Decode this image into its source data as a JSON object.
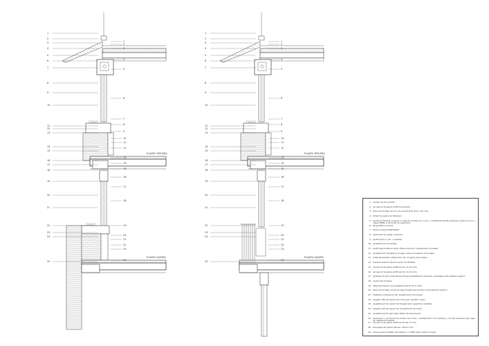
{
  "sheet": {
    "background": "#ffffff",
    "line_color": "#3a3a3a",
    "hatch_color": "#777777"
  },
  "sections": [
    {
      "id": "left",
      "level_labels": [
        "PLANTA TERCERA",
        "PLANTA QUARTA"
      ],
      "left_callouts": [
        "1",
        "2",
        "3",
        "4",
        "5",
        "6",
        "7",
        "8",
        "9",
        "10",
        "11",
        "12",
        "13",
        "14",
        "15",
        "16",
        "17",
        "18",
        "19",
        "20",
        "21",
        "22",
        "23",
        "24",
        "25"
      ],
      "right_callouts": [
        "1",
        "2",
        "3",
        "4",
        "5",
        "6",
        "7",
        "8",
        "9",
        "10",
        "11",
        "12",
        "13",
        "14",
        "15",
        "16",
        "17",
        "18",
        "19",
        "20",
        "21",
        "22",
        "23",
        "24"
      ]
    },
    {
      "id": "right",
      "level_labels": [
        "PLANTA TERCERA",
        "PLANTA QUARTA"
      ],
      "left_callouts": [
        "1",
        "2",
        "3",
        "4",
        "5",
        "6",
        "7",
        "8",
        "9",
        "10",
        "11",
        "12",
        "13",
        "14",
        "15",
        "16",
        "17",
        "18",
        "19",
        "20",
        "21",
        "22",
        "23",
        "24",
        "25"
      ],
      "right_callouts": [
        "1",
        "2",
        "3",
        "4",
        "5",
        "6",
        "7",
        "8",
        "9",
        "10",
        "11",
        "12",
        "13",
        "14",
        "15",
        "16",
        "17",
        "18",
        "19",
        "20",
        "21",
        "22",
        "23",
        "24"
      ]
    }
  ],
  "legend": {
    "items": [
      {
        "n": "1",
        "text": "canaló de zinc pintat"
      },
      {
        "n": "2",
        "text": "recrescut de pedra artificial 3x4x20"
      },
      {
        "n": "3",
        "text": "llosa de formigó de 15 cms armat amb #15 x 20 cms"
      },
      {
        "n": "4",
        "text": "tortell de pedra de Montjuïc"
      },
      {
        "n": "5",
        "text": "paviment flotant, 6 peces x capa de morter de 3 cms + enllistonat dents pedreres (cotes 6 cms) + capes ERBA A (format) de paviment"
      },
      {
        "n": "6",
        "text": "fanga feltre-cromat"
      },
      {
        "n": "7",
        "text": "làmina impermeabilitzant"
      },
      {
        "n": "8",
        "text": "paviment de rajola ceràmica"
      },
      {
        "n": "9",
        "text": "perfil Schüco (uni + acabat)"
      },
      {
        "n": "10",
        "text": "revestiment monocapa"
      },
      {
        "n": "11",
        "text": "perfil rigid metàl·lic amb rifidors làmina / revestiment d'acabat"
      },
      {
        "n": "12",
        "text": "revestiment d'acabat a l'origen sobre la fusteria monocapa"
      },
      {
        "n": "13",
        "text": "mitja de pedrera (disposició del cul-gant monocapa)"
      },
      {
        "n": "14",
        "text": "fusteria exterior tipus Inverto de TECNAL"
      },
      {
        "n": "15",
        "text": "recrescut de pedra artificial 15 cm 15 cms"
      },
      {
        "n": "16",
        "text": "recrescut de pedra artificial 15 cm 15 cms"
      },
      {
        "n": "17",
        "text": "jardinera d'obra amb làmina impermeabilitzant collarada i drenatge amb rebliert orgànic"
      },
      {
        "n": "18",
        "text": "conductes d'aigua"
      },
      {
        "n": "19",
        "text": "aïllament tèrmic de poliestirè extruït de 3 cmts."
      },
      {
        "n": "20",
        "text": "llosa de formigó armat de tipus forjat que formen el tancament exterior"
      },
      {
        "n": "21",
        "text": "mateixa continuació del revestiment monocapa"
      },
      {
        "n": "22",
        "text": "angular 180 de suport de l'obra per remetre \"peix\""
      },
      {
        "n": "23",
        "text": "revestiment de rasant de fangat amb superfície rentable"
      },
      {
        "n": "24",
        "text": "angular L40 de suport de revestiment de fusell"
      },
      {
        "n": "25",
        "text": "revestiment ST decoratiu fixat mecànicament"
      },
      {
        "n": "26",
        "text": "paviment + recrescut de morter de 3 cms + enllistonat 3 cms (dents) + morter pedreres per capa de rasfament acabat"
      },
      {
        "n": "27",
        "text": "recrescut de pedra artificial 30-40 15 cms"
      },
      {
        "n": "28",
        "text": "travejada de pedra natural ·30x13 cms"
      },
      {
        "n": "29",
        "text": "barana desmuntable de fusteria, y TUBS pedra tabica ll teint"
      }
    ]
  }
}
